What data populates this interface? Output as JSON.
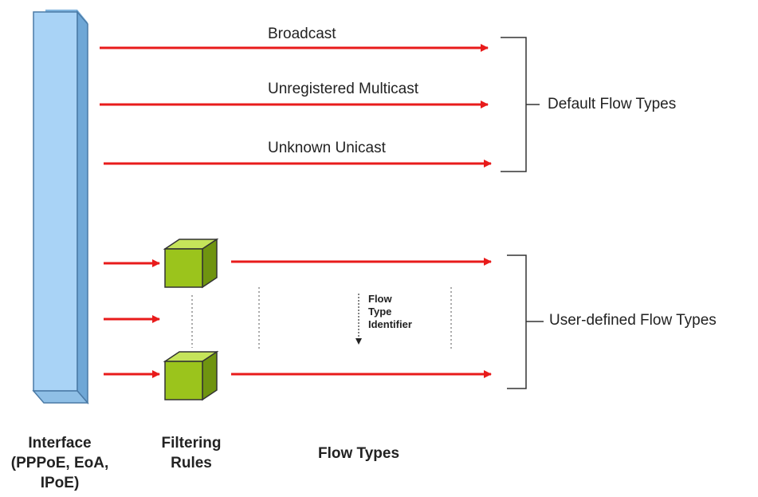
{
  "flows": {
    "broadcast": "Broadcast",
    "unregistered_multicast": "Unregistered Multicast",
    "unknown_unicast": "Unknown Unicast"
  },
  "brackets": {
    "default_flow_types": "Default Flow Types",
    "user_defined_flow_types": "User-defined Flow Types"
  },
  "identifier": {
    "line1": "Flow",
    "line2": "Type",
    "line3": "Identifier"
  },
  "bottom": {
    "interface_line1": "Interface",
    "interface_line2": "(PPPoE, EoA,",
    "interface_line3": "IPoE)",
    "filtering_line1": "Filtering",
    "filtering_line2": "Rules",
    "flow_types": "Flow Types"
  },
  "colors": {
    "arrow": "#e81b1b",
    "interface_bar": "#a9d3f6",
    "interface_bar_side": "#6fa7d6",
    "rule_cube": "#9bc41c",
    "rule_cube_top": "#c5e45a",
    "rule_cube_side": "#6f9410"
  }
}
